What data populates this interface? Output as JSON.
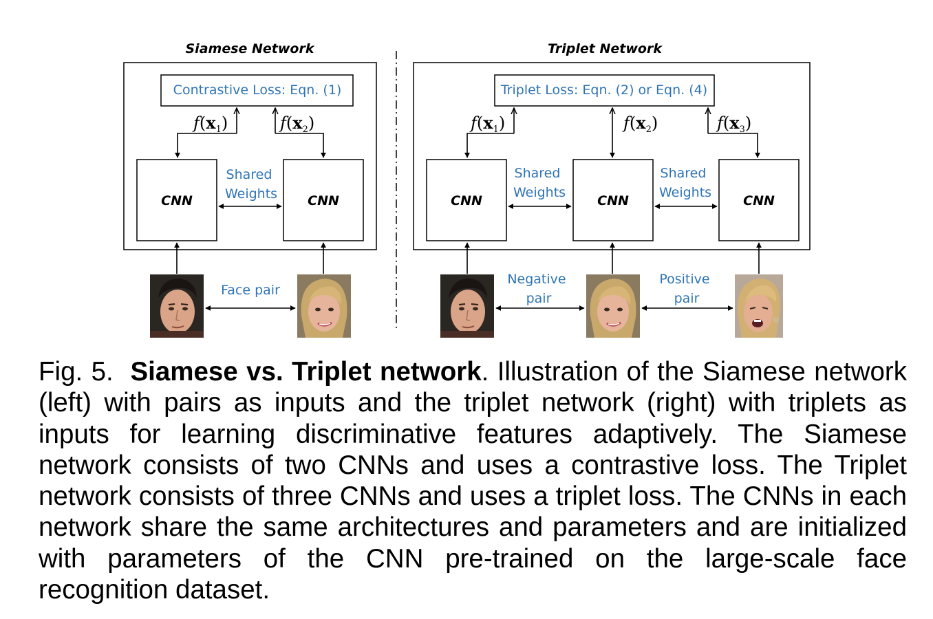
{
  "diagram": {
    "siamese": {
      "title": "Siamese Network",
      "loss_label": "Contrastive Loss: Eqn. (1)",
      "embeddings": [
        {
          "fn": "f",
          "var": "x",
          "sub": "1"
        },
        {
          "fn": "f",
          "var": "x",
          "sub": "2"
        }
      ],
      "cnn_labels": [
        "CNN",
        "CNN"
      ],
      "shared_label": [
        "Shared",
        "Weights"
      ],
      "input_label": "Face pair",
      "faces": [
        "face-male",
        "face-female"
      ]
    },
    "triplet": {
      "title": "Triplet Network",
      "loss_label": "Triplet Loss: Eqn. (2) or Eqn. (4)",
      "embeddings": [
        {
          "fn": "f",
          "var": "x",
          "sub": "1"
        },
        {
          "fn": "f",
          "var": "x",
          "sub": "2"
        },
        {
          "fn": "f",
          "var": "x",
          "sub": "3"
        }
      ],
      "cnn_labels": [
        "CNN",
        "CNN",
        "CNN"
      ],
      "shared_labels": [
        [
          "Shared",
          "Weights"
        ],
        [
          "Shared",
          "Weights"
        ]
      ],
      "pair_labels": [
        [
          "Negative",
          "pair"
        ],
        [
          "Positive",
          "pair"
        ]
      ],
      "faces": [
        "face-male",
        "face-female",
        "face-female-shouting"
      ]
    },
    "colors": {
      "accent_blue": "#2e74b5",
      "line": "#000000"
    }
  },
  "caption": {
    "fig_label": "Fig. 5.",
    "bold_title": "Siamese vs. Triplet network",
    "text": ". Illustration of the Siamese network (left) with pairs as inputs and the triplet network (right) with triplets as inputs for learning discriminative features adaptively. The Siamese network consists of two CNNs and uses a contrastive loss. The Triplet network consists of three CNNs and uses a triplet loss. The CNNs in each network share the same architectures and parameters and are initialized with parameters of the CNN pre-trained on the large-scale face recognition dataset."
  }
}
